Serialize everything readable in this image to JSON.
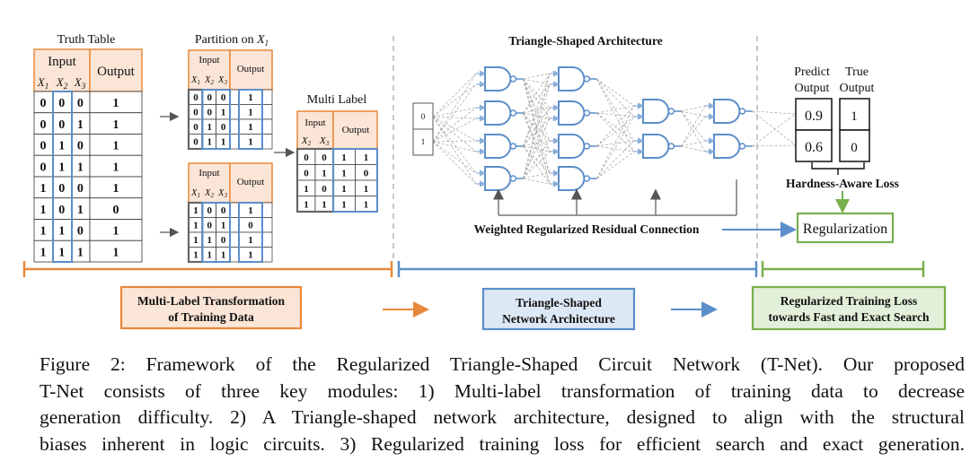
{
  "figure": {
    "truth_table": {
      "title": "Truth Table",
      "input_header": "Input",
      "output_header": "Output",
      "input_vars": [
        "X1",
        "X2",
        "X3"
      ],
      "rows": [
        [
          "0",
          "0",
          "0",
          "1"
        ],
        [
          "0",
          "0",
          "1",
          "1"
        ],
        [
          "0",
          "1",
          "0",
          "1"
        ],
        [
          "0",
          "1",
          "1",
          "1"
        ],
        [
          "1",
          "0",
          "0",
          "1"
        ],
        [
          "1",
          "0",
          "1",
          "0"
        ],
        [
          "1",
          "1",
          "0",
          "1"
        ],
        [
          "1",
          "1",
          "1",
          "1"
        ]
      ]
    },
    "partition": {
      "title_prefix": "Partition on ",
      "title_var": "X1",
      "input_header": "Input",
      "output_header": "Output",
      "input_vars": [
        "X1",
        "X2",
        "X3"
      ],
      "top_rows": [
        [
          "0",
          "0",
          "0",
          "1"
        ],
        [
          "0",
          "0",
          "1",
          "1"
        ],
        [
          "0",
          "1",
          "0",
          "1"
        ],
        [
          "0",
          "1",
          "1",
          "1"
        ]
      ],
      "bottom_rows": [
        [
          "1",
          "0",
          "0",
          "1"
        ],
        [
          "1",
          "0",
          "1",
          "0"
        ],
        [
          "1",
          "1",
          "0",
          "1"
        ],
        [
          "1",
          "1",
          "1",
          "1"
        ]
      ]
    },
    "multi_label": {
      "title": "Multi Label",
      "input_header": "Input",
      "output_header": "Output",
      "input_vars": [
        "X2",
        "X3"
      ],
      "rows": [
        [
          "0",
          "0",
          "1",
          "1"
        ],
        [
          "0",
          "1",
          "1",
          "0"
        ],
        [
          "1",
          "0",
          "1",
          "1"
        ],
        [
          "1",
          "1",
          "1",
          "1"
        ]
      ]
    },
    "architecture": {
      "title": "Triangle-Shaped Architecture",
      "input_bits": [
        "0",
        "1"
      ],
      "residual_label": "Weighted Regularized Residual Connection"
    },
    "loss": {
      "predict_header": "Predict Output",
      "true_header": "True Output",
      "predict_values": [
        "0.9",
        "0.6"
      ],
      "true_values": [
        "1",
        "0"
      ],
      "hardness_label": "Hardness-Aware Loss",
      "regularization_label": "Regularization"
    },
    "modules": [
      {
        "line1": "Multi-Label Transformation",
        "line2": "of Training Data",
        "color": "#e8883a",
        "fill": "#fbe5d6"
      },
      {
        "line1": "Triangle-Shaped",
        "line2": "Network Architecture",
        "color": "#5b8ec9",
        "fill": "#dde8f5"
      },
      {
        "line1": "Regularized Training Loss",
        "line2": "towards Fast and Exact Search",
        "color": "#79b04d",
        "fill": "#e2efd9"
      }
    ]
  },
  "caption": {
    "lines": [
      "Figure 2: Framework of the Regularized Triangle-Shaped Circuit Network (T-Net). Our proposed",
      "T-Net consists of three key modules:  1) Multi-label transformation of training data to decrease",
      "generation difficulty. 2) A Triangle-shaped network architecture, designed to align with the structural",
      "biases inherent in logic circuits. 3) Regularized training loss for efficient search and exact generation."
    ]
  }
}
